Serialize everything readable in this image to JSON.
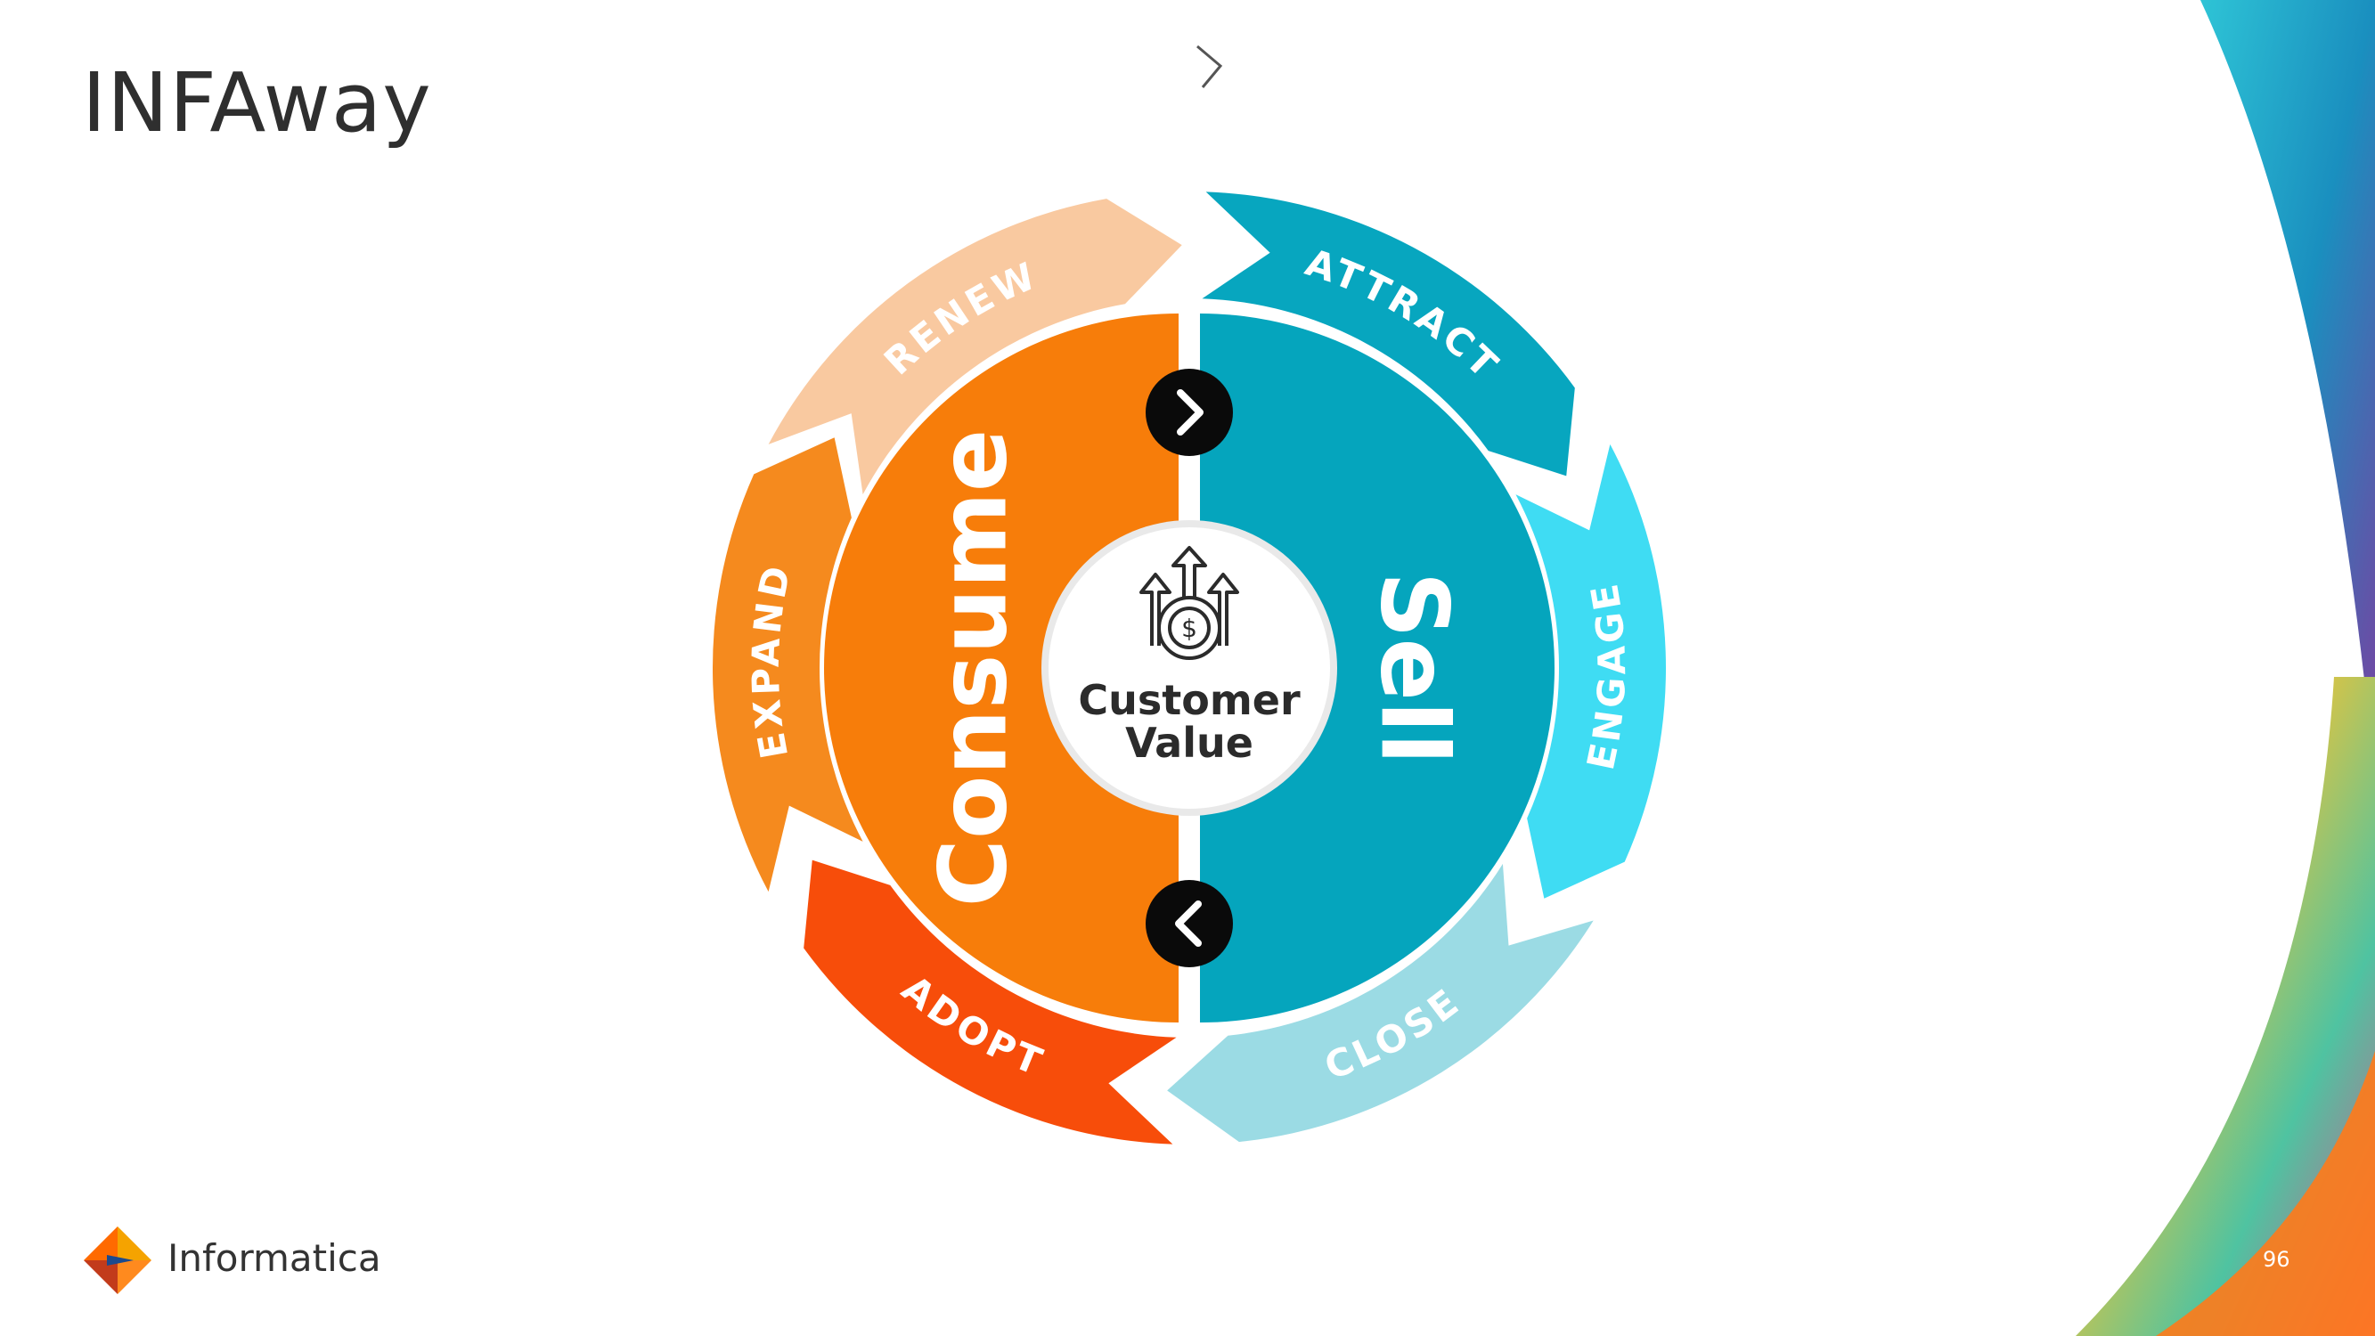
{
  "slide": {
    "title": "INFAway",
    "page_number": "96"
  },
  "brand": {
    "name": "Informatica",
    "logo_colors": [
      "#ff6a00",
      "#f5a300",
      "#c23b1b",
      "#1c4a8e"
    ]
  },
  "diagram": {
    "center": {
      "line1": "Customer",
      "line2": "Value",
      "icon": "growth-money-icon"
    },
    "halves": [
      {
        "label": "Consume",
        "color": "#f77d0a"
      },
      {
        "label": "Sell",
        "color": "#05a5bd"
      }
    ],
    "stages": [
      {
        "label": "RENEW",
        "color": "#f9c9a0"
      },
      {
        "label": "ATTRACT",
        "color": "#07a6bf"
      },
      {
        "label": "ENGAGE",
        "color": "#3fdcf3"
      },
      {
        "label": "CLOSE",
        "color": "#9bdbe4"
      },
      {
        "label": "ADOPT",
        "color": "#f74d0a"
      },
      {
        "label": "EXPAND",
        "color": "#f58a1e"
      }
    ],
    "nav_buttons": [
      {
        "icon": "chevron-right-icon"
      },
      {
        "icon": "chevron-left-icon"
      }
    ]
  }
}
